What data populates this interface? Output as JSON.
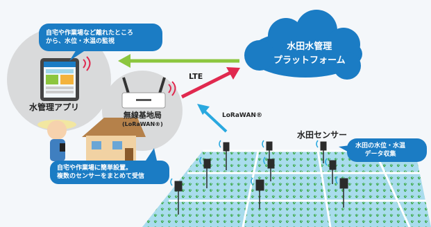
{
  "bubble_top": {
    "line1": "自宅や作業場など離れたところ",
    "line2": "から、水位・水温の監視"
  },
  "app_label": "水管理アプリ",
  "cloud": {
    "line1": "水田水管理",
    "line2": "プラットフォーム"
  },
  "lte_label": "LTE",
  "lorawan_label": "LoRaWAN®",
  "base_station": {
    "line1": "無線基地局",
    "line2": "(LoRaWAN®)"
  },
  "bubble_bottom": {
    "line1": "自宅や作業場に簡単設置。",
    "line2": "複数のセンサーをまとめて受信"
  },
  "sensor_label": "水田センサー",
  "bubble_right": {
    "line1": "水田の水位・水温",
    "line2": "データ収集"
  },
  "colors": {
    "blue": "#1b7cc4",
    "arrow_green": "#8cc63f",
    "arrow_red": "#e0294f",
    "arrow_blue": "#29a8df",
    "field": "#9fd6e8",
    "circle": "#d9dadb"
  }
}
